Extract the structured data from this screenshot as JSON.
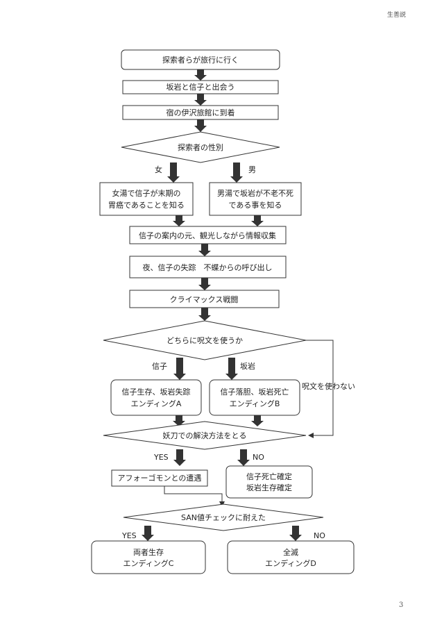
{
  "header": {
    "title": "生善説"
  },
  "page_number": "3",
  "flow": {
    "n1": "探索者らが旅行に行く",
    "n2": "坂岩と信子と出会う",
    "n3": "宿の伊沢旅館に到着",
    "d1": "探索者の性別",
    "d1_left": "女",
    "d1_right": "男",
    "n4_l1": "女湯で信子が末期の",
    "n4_l2": "胃癌であることを知る",
    "n5_l1": "男湯で坂岩が不老不死",
    "n5_l2": "である事を知る",
    "n6": "信子の案内の元、観光しながら情報収集",
    "n7": "夜、信子の失踪　不蝶からの呼び出し",
    "n8": "クライマックス戦闘",
    "d2": "どちらに呪文を使うか",
    "d2_left": "信子",
    "d2_right": "坂岩",
    "d2_none": "呪文を使わない",
    "n9_l1": "信子生存、坂岩失踪",
    "n9_l2": "エンディングA",
    "n10_l1": "信子落胆、坂岩死亡",
    "n10_l2": "エンディングB",
    "d3": "妖刀での解決方法をとる",
    "d3_yes": "YES",
    "d3_no": "NO",
    "n11": "アフォーゴモンとの遭遇",
    "n12_l1": "信子死亡確定",
    "n12_l2": "坂岩生存確定",
    "d4": "SAN値チェックに耐えた",
    "d4_yes": "YES",
    "d4_no": "NO",
    "n13_l1": "両者生存",
    "n13_l2": "エンディングC",
    "n14_l1": "全滅",
    "n14_l2": "エンディングD"
  }
}
